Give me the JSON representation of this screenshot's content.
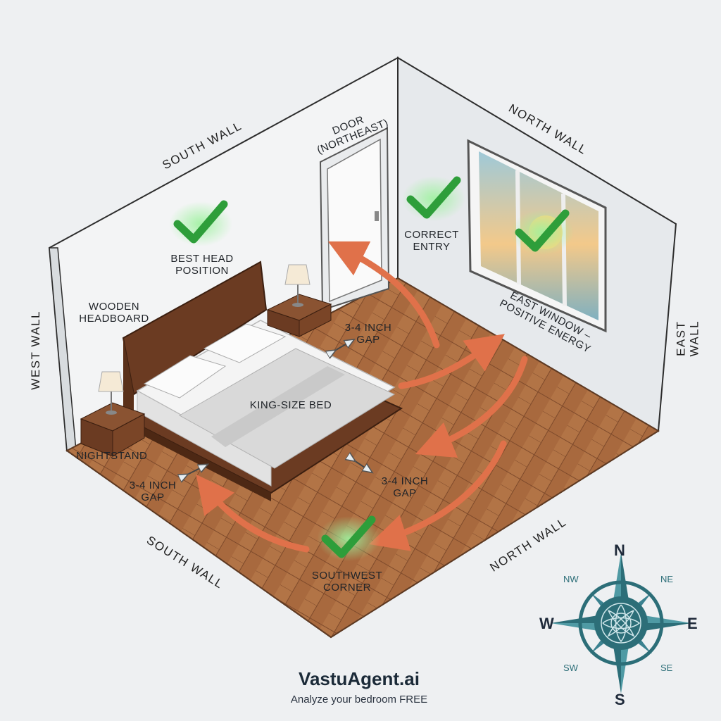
{
  "labels": {
    "south_wall_top": "SOUTH WALL",
    "north_wall_top": "NORTH WALL",
    "west_wall": "WEST WALL",
    "east_wall": "EAST WALL",
    "south_wall_bottom": "SOUTH WALL",
    "north_wall_bottom": "NORTH WALL",
    "door": "DOOR\n(NORTHEAST)",
    "correct_entry": "CORRECT\nENTRY",
    "best_head_position": "BEST HEAD\nPOSITION",
    "wooden_headboard": "WOODEN\nHEADBOARD",
    "east_window": "EAST WINDOW –\nPOSITIVE ENERGY",
    "gap_top": "3-4 INCH\nGAP",
    "king_size_bed": "KING-SIZE BED",
    "nightstand": "NIGHTSTAND",
    "gap_left": "3-4 INCH\nGAP",
    "gap_right": "3-4 INCH\nGAP",
    "southwest_corner": "SOUTHWEST\nCORNER"
  },
  "compass": {
    "n": "N",
    "s": "S",
    "e": "E",
    "w": "W",
    "nw": "NW",
    "ne": "NE",
    "sw": "SW",
    "se": "SE"
  },
  "brand": {
    "name": "VastuAgent.ai",
    "tagline": "Analyze your bedroom FREE"
  },
  "colors": {
    "check": "#2e9e3a",
    "arrow": "#e0714a",
    "floor": "#a5673d",
    "compass": "#2c6e78",
    "bed_wood": "#6b3b22"
  },
  "icons": [
    "check-icon",
    "gap-arrow-icon",
    "compass-rose-icon",
    "mandala-icon",
    "lamp-icon"
  ]
}
